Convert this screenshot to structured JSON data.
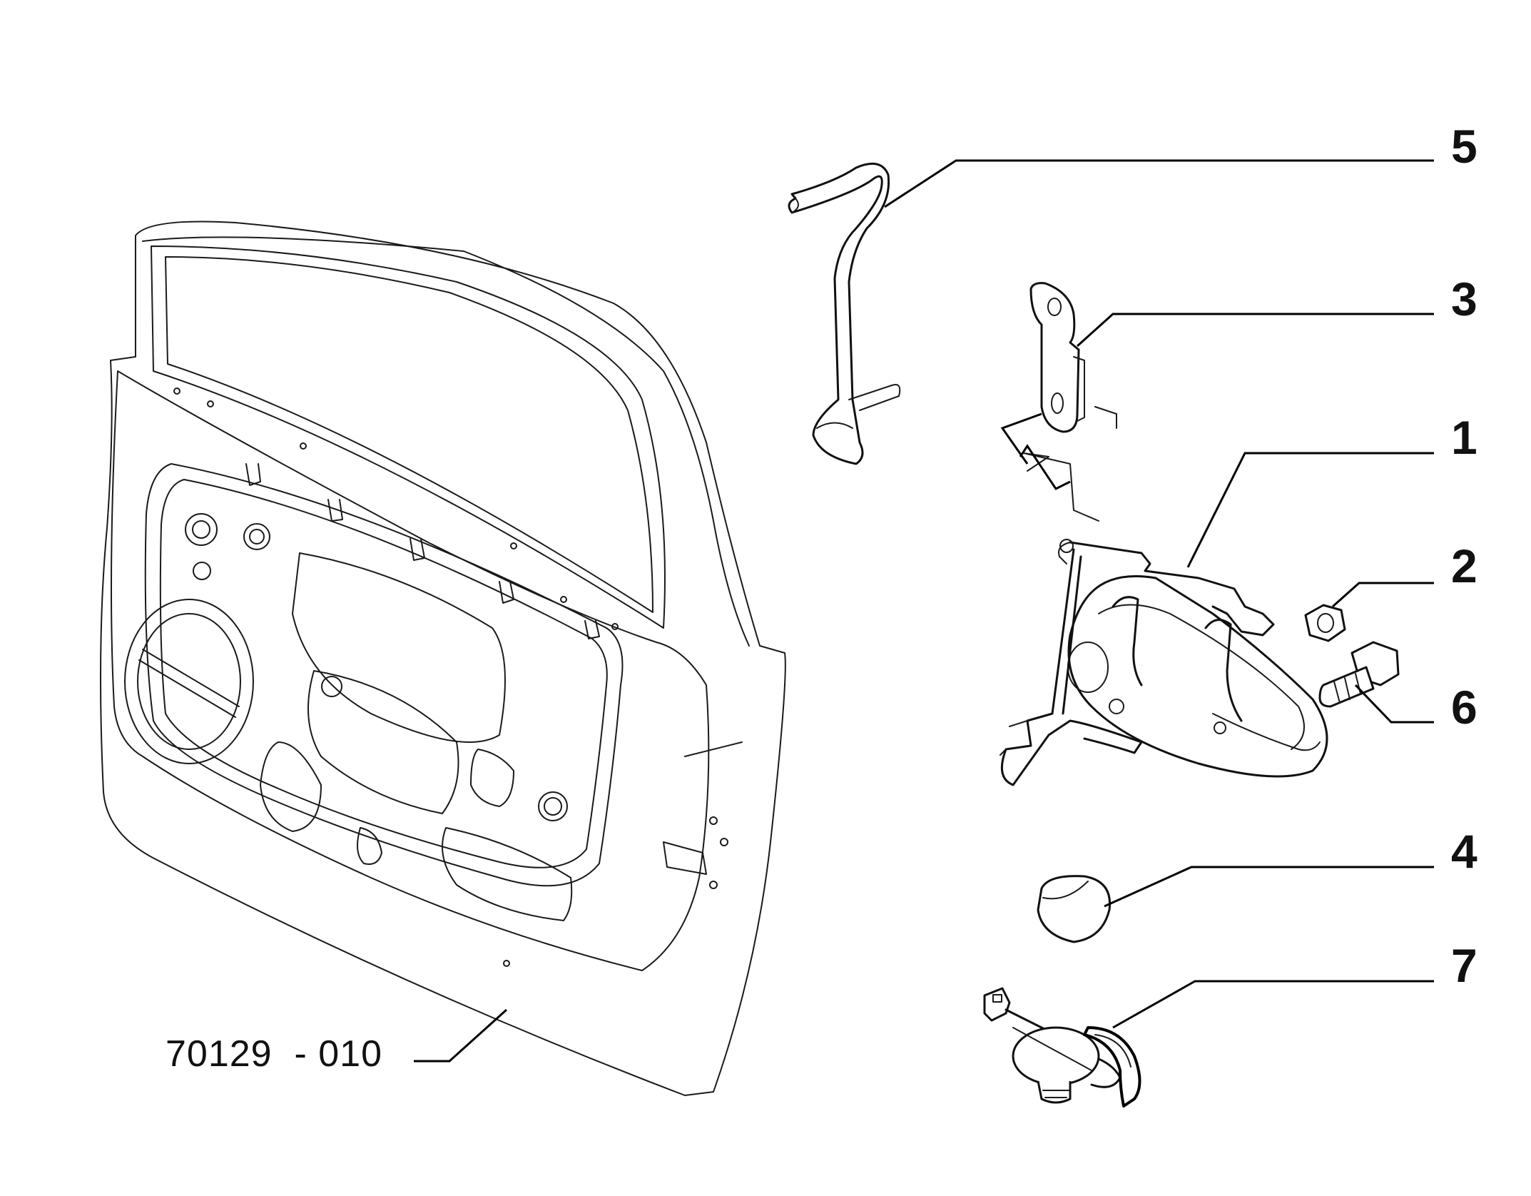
{
  "diagram": {
    "reference_label": "70129  - 010",
    "callouts": [
      {
        "id": "5",
        "label": "5"
      },
      {
        "id": "3",
        "label": "3"
      },
      {
        "id": "1",
        "label": "1"
      },
      {
        "id": "2",
        "label": "2"
      },
      {
        "id": "6",
        "label": "6"
      },
      {
        "id": "4",
        "label": "4"
      },
      {
        "id": "7",
        "label": "7"
      }
    ]
  },
  "colors": {
    "line": "#111111",
    "background": "#ffffff"
  }
}
